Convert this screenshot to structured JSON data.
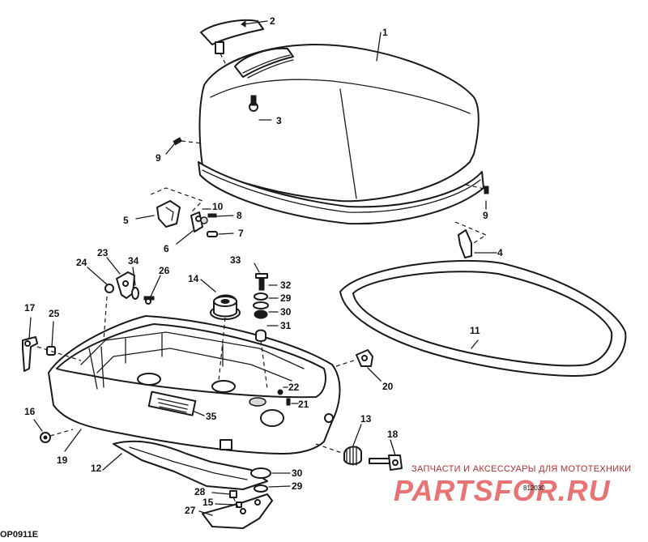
{
  "drawing": {
    "figure_code": "OP0911E",
    "art_code": "812030",
    "watermark_text": "ЗАПЧАСТИ И АКСЕССУАРЫ ДЛЯ МОТОТЕХНИКИ",
    "watermark_logo": "PARTSFOR.RU"
  },
  "callouts": [
    "1",
    "2",
    "3",
    "4",
    "5",
    "6",
    "7",
    "8",
    "9",
    "9",
    "10",
    "11",
    "12",
    "13",
    "14",
    "15",
    "16",
    "17",
    "18",
    "19",
    "20",
    "21",
    "22",
    "23",
    "24",
    "25",
    "26",
    "27",
    "28",
    "29",
    "29",
    "30",
    "30",
    "31",
    "32",
    "33",
    "34",
    "35"
  ],
  "colors": {
    "ink": "#1a1a1a",
    "watermark": "#e24545"
  }
}
